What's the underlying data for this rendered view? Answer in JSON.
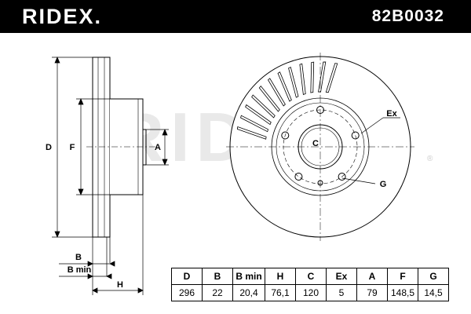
{
  "header": {
    "brand": "RIDEX.",
    "part_number": "82B0032"
  },
  "watermark": {
    "text": "RIDEX",
    "registered_mark": "®"
  },
  "drawing_labels": {
    "D": "D",
    "F": "F",
    "A": "A",
    "B": "B",
    "B_min": "B min",
    "H": "H",
    "C": "C",
    "Ex": "Ex",
    "G": "G"
  },
  "specs": {
    "headers": [
      "D",
      "B",
      "B min",
      "H",
      "C",
      "Ex",
      "A",
      "F",
      "G"
    ],
    "values": [
      "296",
      "22",
      "20,4",
      "76,1",
      "120",
      "5",
      "79",
      "148,5",
      "14,5"
    ]
  }
}
